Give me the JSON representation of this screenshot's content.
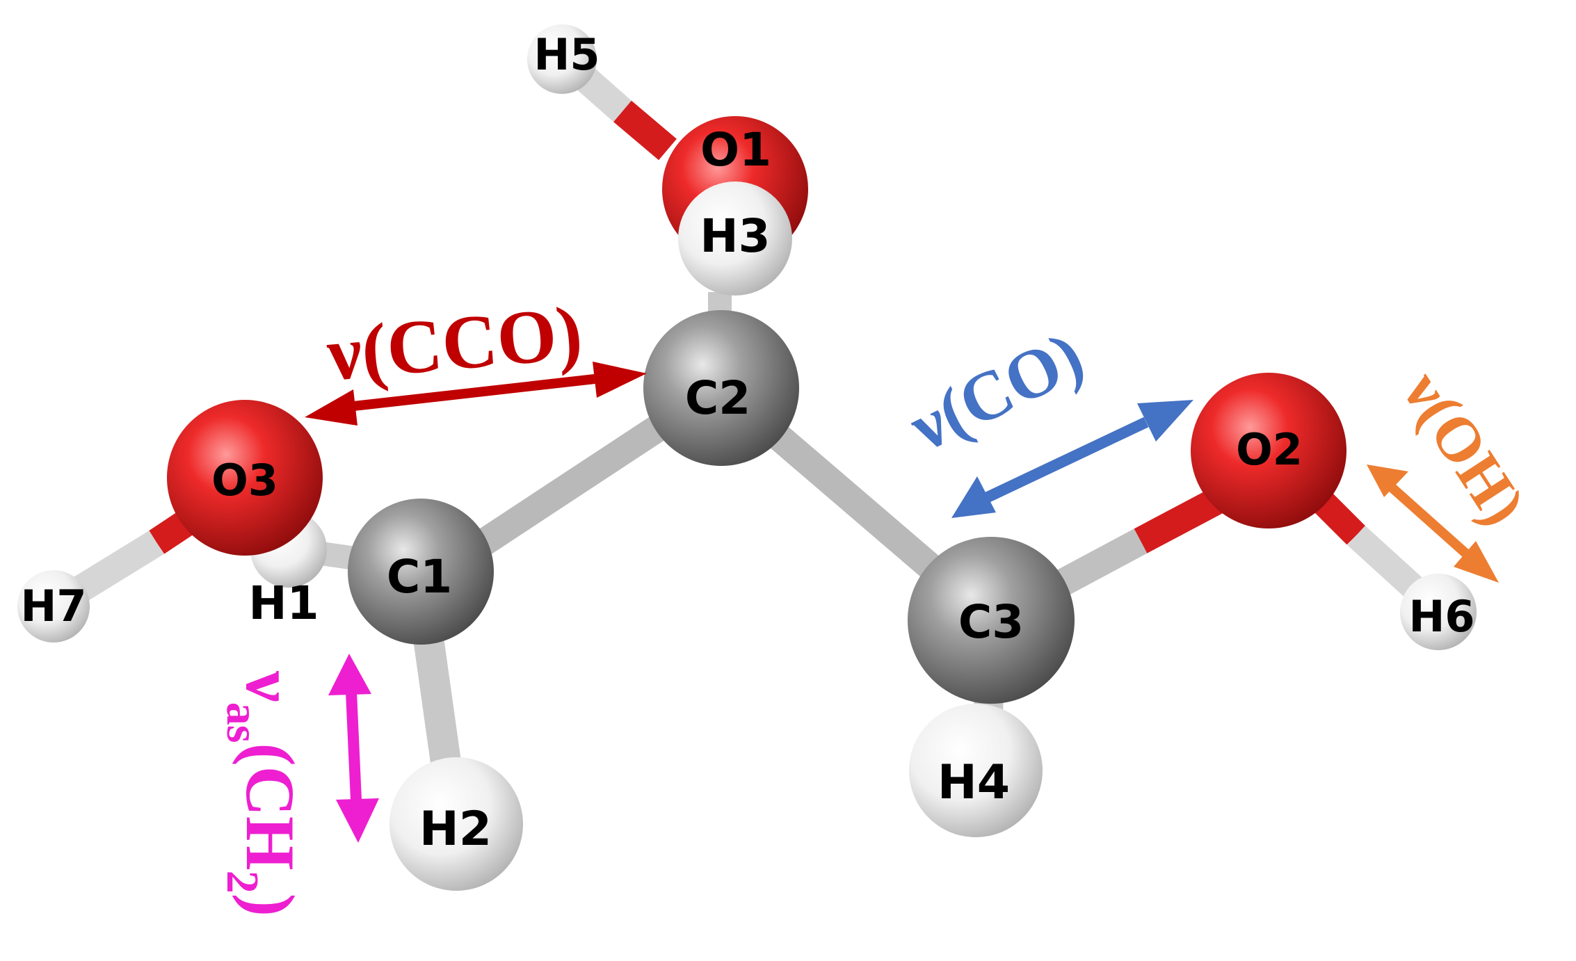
{
  "atoms": {
    "H5": "H5",
    "O1": "O1",
    "H3": "H3",
    "C2": "C2",
    "O3": "O3",
    "C1": "C1",
    "H1": "H1",
    "H7": "H7",
    "H2": "H2",
    "C3": "C3",
    "O2": "O2",
    "H4": "H4",
    "H6": "H6"
  },
  "modes": {
    "cco": {
      "prefix": "ν(",
      "group": "CCO",
      "suffix": ")",
      "color": "#c00000"
    },
    "co": {
      "prefix": "ν(",
      "group": "CO",
      "suffix": ")",
      "color": "#4472c4"
    },
    "oh": {
      "prefix": "ν(",
      "group": "OH",
      "suffix": ")",
      "color": "#ed7d31"
    },
    "ch2": {
      "nu": "ν",
      "sub": "as",
      "open": "(CH",
      "num": "2",
      "close": ")",
      "color": "#ee1fd0"
    }
  },
  "colors": {
    "carbon": "#7f7f7f",
    "oxygen": "#e01b1b",
    "hydrogen": "#dcdcdc"
  }
}
